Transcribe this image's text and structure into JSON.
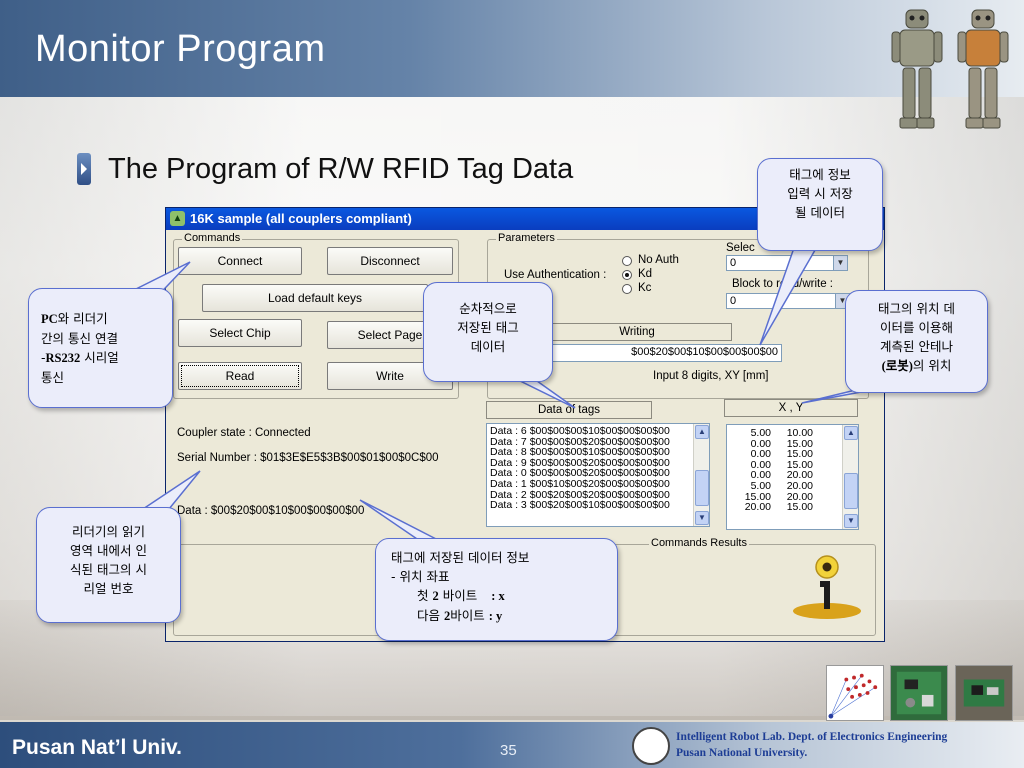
{
  "slide": {
    "title": "Monitor Program",
    "subtitle": "The Program of R/W RFID Tag Data"
  },
  "window": {
    "title": "16K sample (all couplers compliant)",
    "commands": {
      "legend": "Commands",
      "connect": "Connect",
      "disconnect": "Disconnect",
      "load_default_keys": "Load default keys",
      "select_chip": "Select Chip",
      "select_page": "Select Page",
      "read": "Read",
      "write": "Write"
    },
    "parameters": {
      "legend": "Parameters",
      "use_auth_label": "Use Authentication :",
      "auth_options": [
        "No Auth",
        "Kd",
        "Kc"
      ],
      "auth_selected": "Kd",
      "select_label": "Selec",
      "select_value": "0",
      "block_label": "Block to read/write :",
      "block_value": "0",
      "writing_header": "Writing",
      "writing_value": "$00$20$00$10$00$00$00$00",
      "hint": "Input 8 digits, XY [mm]"
    },
    "tags": {
      "header": "Data of tags",
      "rows": [
        "Data : 6 $00$00$00$10$00$00$00$00",
        "Data : 7 $00$00$00$20$00$00$00$00",
        "Data : 8 $00$00$00$10$00$00$00$00",
        "Data : 9 $00$00$00$20$00$00$00$00",
        "Data : 0 $00$00$00$20$00$00$00$00",
        "Data : 1 $00$10$00$20$00$00$00$00",
        "Data : 2 $00$20$00$20$00$00$00$00",
        "Data : 3 $00$20$00$10$00$00$00$00"
      ]
    },
    "xy": {
      "header": "X , Y",
      "rows": [
        [
          "5.00",
          "10.00"
        ],
        [
          "0.00",
          "15.00"
        ],
        [
          "0.00",
          "15.00"
        ],
        [
          "0.00",
          "15.00"
        ],
        [
          "0.00",
          "20.00"
        ],
        [
          "5.00",
          "20.00"
        ],
        [
          "15.00",
          "20.00"
        ],
        [
          "20.00",
          "15.00"
        ]
      ]
    },
    "results": {
      "legend": "Commands Results",
      "coupler_state": "Coupler state : Connected",
      "serial_number": "Serial Number : $01$3E$E5$3B$00$01$00$0C$00",
      "data": "Data : $00$20$00$10$00$00$00$00"
    }
  },
  "callouts": {
    "stored_data": [
      "태그에 정보",
      "입력 시 저장",
      "될 데이터"
    ],
    "pc_reader": {
      "pc": "PC",
      "l1": "와 리더기",
      "l2": "간의 통신 연결",
      "rs232_prefix": "-",
      "rs232": "RS232",
      "rs232_suffix": " 시리얼",
      "l3": "통신"
    },
    "sequential": [
      "순차적으로",
      "저장된 태그",
      "데이터"
    ],
    "position": {
      "l1": "태그의 위치 데",
      "l2": "이터를 이용해",
      "l3": "계측된 안테나",
      "robot": "(로봇)",
      "robot_suffix": "의 위치"
    },
    "serial_read": [
      "리더기의 읽기",
      "영역 내에서 인",
      "식된 태그의 시",
      "리얼 번호"
    ],
    "tag_info": {
      "l1": "태그에 저장된 데이터 정보",
      "l2": "- 위치 좌표",
      "l3_a": "첫 ",
      "l3_b": "2",
      "l3_c": " 바이트",
      "l3_d": ": x",
      "l4_a": "다음 ",
      "l4_b": "2",
      "l4_c": "바이트 ",
      "l4_d": ": y"
    }
  },
  "footer": {
    "university": "Pusan Nat’l Univ.",
    "page": "35",
    "lab_line1": "Intelligent Robot Lab. Dept. of Electronics Engineering",
    "lab_line2": "Pusan National  University."
  },
  "colors": {
    "header_blue": "#3f5f88",
    "callout_border": "#5a6fd0",
    "callout_fill": "#ebedfa",
    "titlebar": "#0a58e0"
  }
}
